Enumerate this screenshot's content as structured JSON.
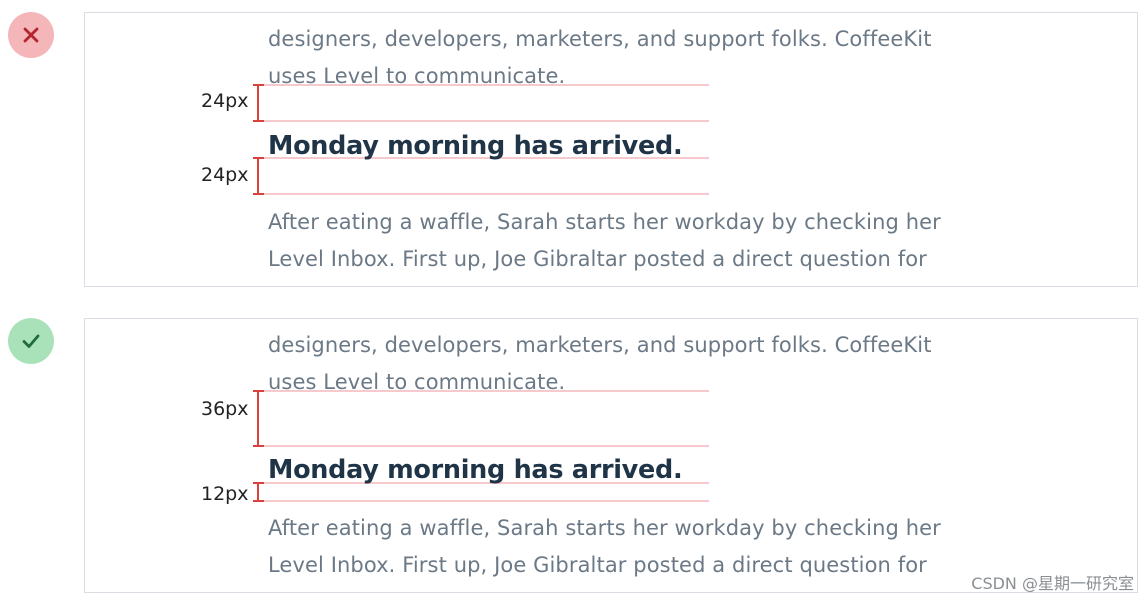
{
  "colors": {
    "bad_badge": "#f4b6b8",
    "bad_mark": "#b3262d",
    "good_badge": "#a9e2b8",
    "good_mark": "#1f6b3a",
    "guide": "#f6c9cc",
    "bracket": "#d9413c",
    "body_text": "#6b7986",
    "heading_text": "#1f3447"
  },
  "icons": {
    "bad": "cross-icon",
    "good": "check-icon"
  },
  "examples": [
    {
      "verdict": "bad",
      "para1_line1": "designers, developers, marketers, and support folks. CoffeeKit",
      "para1_line2": "uses Level to communicate.",
      "space_above": "24px",
      "heading": "Monday morning has arrived.",
      "space_below": "24px",
      "para2_line1": "After eating a waffle, Sarah starts her workday by checking her",
      "para2_line2": "Level Inbox. First up, Joe Gibraltar posted a direct question for"
    },
    {
      "verdict": "good",
      "para1_line1": "designers, developers, marketers, and support folks. CoffeeKit",
      "para1_line2": "uses Level to communicate.",
      "space_above": "36px",
      "heading": "Monday morning has arrived.",
      "space_below": "12px",
      "para2_line1": "After eating a waffle, Sarah starts her workday by checking her",
      "para2_line2": "Level Inbox. First up, Joe Gibraltar posted a direct question for"
    }
  ],
  "watermark": "CSDN @星期一研究室"
}
